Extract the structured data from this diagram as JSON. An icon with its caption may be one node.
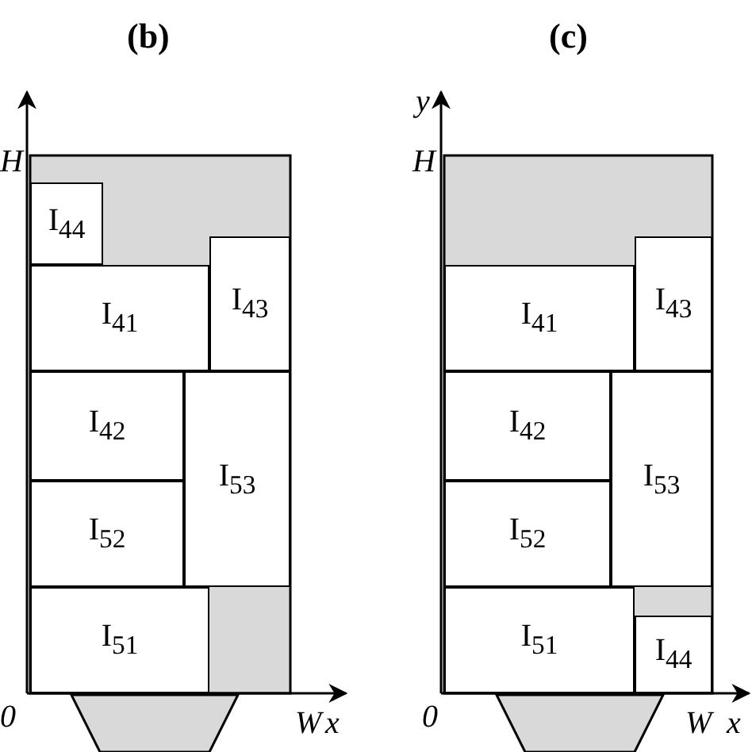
{
  "diagram": {
    "nodes": [
      {
        "text": [
          "I$_{44}$"
        ]
      },
      {
        "text": [
          "I$_{41}$"
        ]
      },
      {
        "text": [
          "I$_{43}$"
        ]
      },
      {
        "text": [
          "I$_{42}$"
        ]
      },
      {
        "text": [
          "I$_{53}$"
        ]
      },
      {
        "text": [
          "I$_{52}$"
        ]
      },
      {
        "text": [
          "I$_{51}$"
        ]
      },
      {
        "text": [
          "I$_{41}$"
        ]
      },
      {
        "text": [
          "I$_{43}$"
        ]
      },
      {
        "text": [
          "I$_{42}$"
        ]
      },
      {
        "text": [
          "I$_{53}$"
        ]
      },
      {
        "text": [
          "I$_{52}$"
        ]
      },
      {
        "text": [
          "I$_{51}$"
        ]
      },
      {
        "text": [
          "I$_{44}$"
        ]
      }
    ],
    "labels": [
      "(b)",
      "(c)",
      "y",
      "H",
      "H",
      "0",
      "W",
      "x",
      "0",
      "W",
      "x"
    ]
  }
}
